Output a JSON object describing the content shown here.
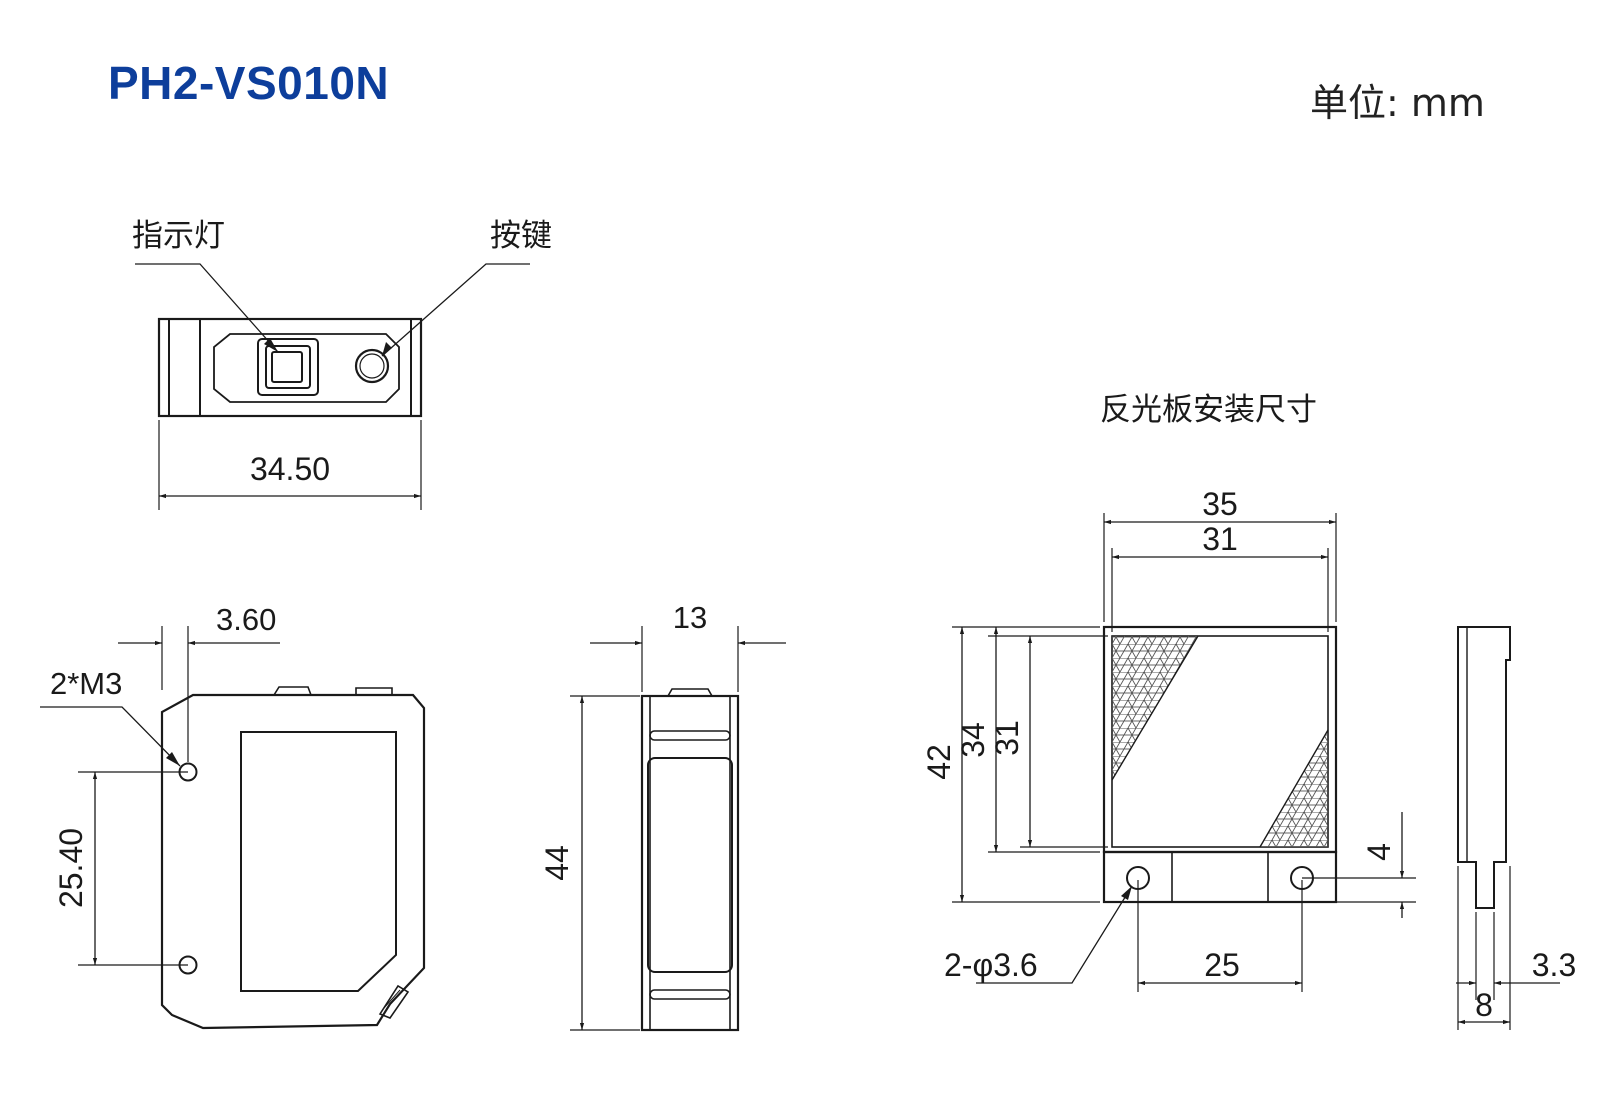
{
  "header": {
    "title": "PH2-VS010N",
    "unit": "单位: mm"
  },
  "colors": {
    "title": "#0d3e9b",
    "line": "#1a1a1a"
  },
  "top_view": {
    "callout_indicator": "指示灯",
    "callout_button": "按键",
    "width_dim": "34.50"
  },
  "front_view": {
    "hole_label": "2*M3",
    "hole_offset_dim": "3.60",
    "hole_spacing_dim": "25.40"
  },
  "side_view": {
    "depth_dim": "13",
    "height_dim": "44"
  },
  "reflector": {
    "title": "反光板安装尺寸",
    "outer_width": "35",
    "inner_width": "31",
    "total_height": "42",
    "outer_height": "34",
    "inner_height": "31",
    "tab_height": "4",
    "hole_label": "2-φ3.6",
    "hole_spacing": "25",
    "side_step": "3.3",
    "side_thickness": "8"
  }
}
